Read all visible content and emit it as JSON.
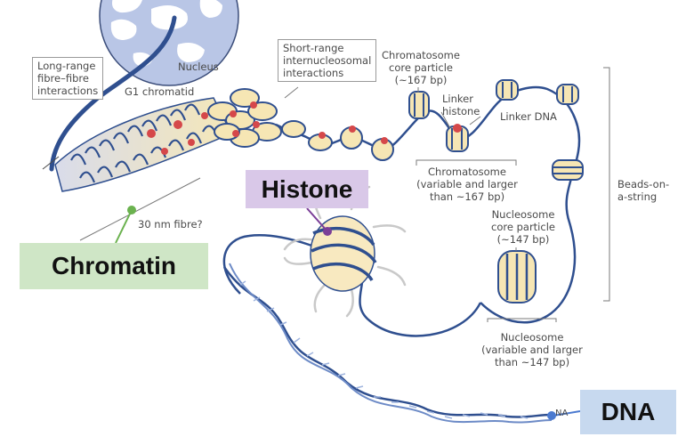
{
  "labels": {
    "nucleus": "Nucleus",
    "g1_chromatid": "G1 chromatid",
    "long_range": [
      "Long-range",
      "fibre–fibre",
      "interactions"
    ],
    "short_range": [
      "Short-range",
      "internucleosomal",
      "interactions"
    ],
    "chromatosome_core": [
      "Chromatosome",
      "core particle",
      "(~167 bp)"
    ],
    "linker_histone": [
      "Linker",
      "histone"
    ],
    "linker_dna": "Linker DNA",
    "chromatosome": [
      "Chromatosome",
      "(variable and larger",
      "than ~167 bp)"
    ],
    "beads_on_string": [
      "Beads-on-",
      "a-string"
    ],
    "nm_fibre": "30 nm fibre?",
    "nucleosome_core": [
      "Nucleosome",
      "core particle",
      "(~147 bp)"
    ],
    "nucleosome": [
      "Nucleosome",
      "(variable and larger",
      "than ~147 bp)"
    ],
    "dna_small": "NA"
  },
  "callouts": {
    "histone": "Histone",
    "chromatin": "Chromatin",
    "dna": "DNA"
  },
  "colors": {
    "nucleus_fill": "#b9c6e6",
    "nucleus_blob": "#ffffff",
    "fibre_blue": "#2f4f8f",
    "nucleosome_cream": "#f6e6b4",
    "histone_red": "#d5484a",
    "histone_tag": "#d9c8e8",
    "chromatin_tag": "#cfe6c6",
    "dna_tag": "#c7d9ef",
    "pointer_purple": "#7b3f98",
    "pointer_green": "#6bb24f",
    "pointer_blue": "#4b7ad0"
  }
}
